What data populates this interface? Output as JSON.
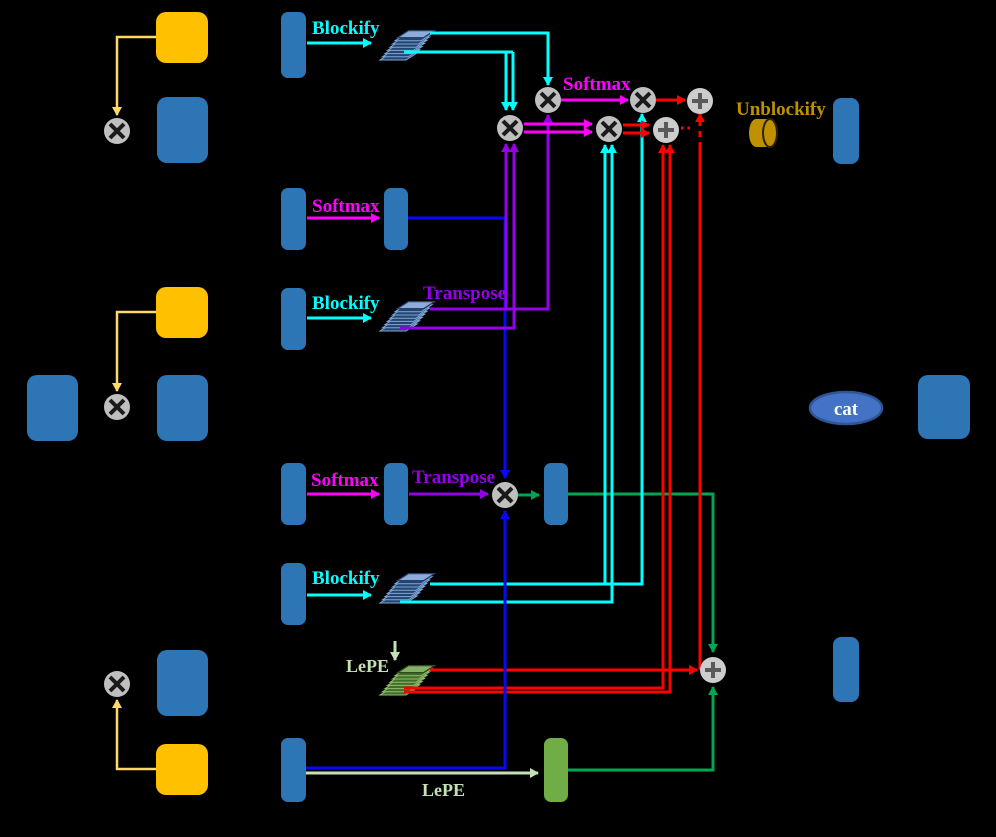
{
  "colors": {
    "background": "#000000",
    "block_blue": "#2E75B6",
    "block_orange": "#FFC000",
    "block_green": "#70AD47",
    "arrow_yellow": "#FFD966",
    "line_cyan": "#00FFFF",
    "line_magenta": "#FF00FF",
    "line_purple": "#9400E8",
    "line_blue": "#0808F8",
    "line_green": "#00A651",
    "line_pale_green": "#C5E0B4",
    "line_red": "#FF0000",
    "gold": "#BF9000",
    "operator_gray": "#BFBFBF",
    "cat_ellipse_fill": "#4472C4",
    "cat_ellipse_border": "#2F5597",
    "stack_blue_fill": "#24456E",
    "stack_blue_edge": "#7FA8D9",
    "stack_green_fill": "#416D28",
    "stack_green_edge": "#8FBF6F"
  },
  "operator_glyphs": {
    "multiply": "×",
    "add": "+"
  },
  "pipeline": {
    "row1": {
      "blockify": "Blockify"
    },
    "row2": {
      "softmax": "Softmax"
    },
    "row3": {
      "blockify": "Blockify",
      "transpose": "Transpose"
    },
    "row4": {
      "softmax": "Softmax",
      "transpose": "Transpose"
    },
    "row5": {
      "blockify": "Blockify"
    },
    "lepe_stack": {
      "lepe": "LePE"
    },
    "row6": {
      "lepe": "LePE"
    },
    "cluster": {
      "softmax": "Softmax"
    },
    "output": {
      "unblockify": "Unblockify",
      "cat": "cat"
    }
  }
}
